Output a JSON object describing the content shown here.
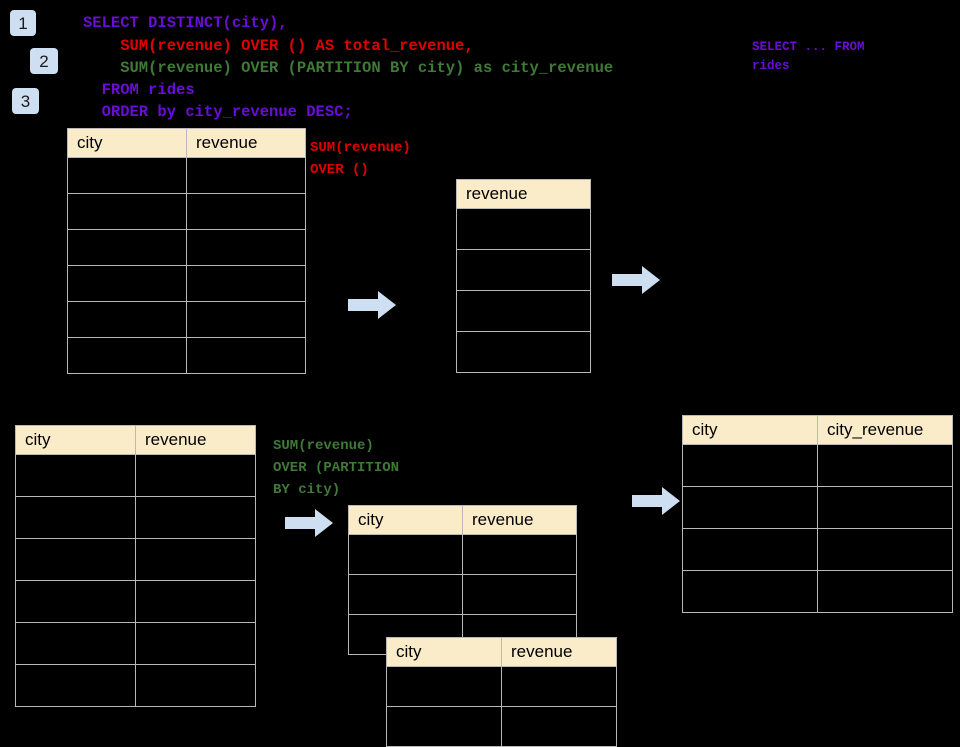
{
  "background": "#000000",
  "colors": {
    "header_fill": "#fbecc9",
    "cell_border": "#b8b8b8",
    "badge_fill": "#cfdff2",
    "arrow_fill": "#cfdff2",
    "sql_purple": "#6a0dd6",
    "sql_red": "#e00000",
    "sql_green": "#3f7a37"
  },
  "badges": [
    {
      "label": "1"
    },
    {
      "label": "2"
    },
    {
      "label": "3"
    }
  ],
  "sql": {
    "line1": "SELECT DISTINCT(city),",
    "line2": "    SUM(revenue) OVER () AS total_revenue,",
    "line3": "    SUM(revenue) OVER (PARTITION BY city) as city_revenue",
    "line4": "  FROM rides",
    "line5": "  ORDER by city_revenue DESC;"
  },
  "side_note": {
    "line1": "SELECT ... FROM",
    "line2": "rides"
  },
  "annotations": {
    "total_revenue": {
      "line1": "SUM(revenue)",
      "line2": "OVER ()"
    },
    "city_revenue": {
      "line1": "SUM(revenue)",
      "line2": "OVER (PARTITION",
      "line3": "BY city)"
    }
  },
  "tables": {
    "source_top": {
      "headers": [
        "city",
        "revenue"
      ],
      "row_count": 6
    },
    "total_revenue": {
      "headers": [
        "revenue"
      ],
      "row_count": 4
    },
    "source_bottom": {
      "headers": [
        "city",
        "revenue"
      ],
      "row_count": 6
    },
    "partition_a": {
      "headers": [
        "city",
        "revenue"
      ],
      "row_count": 3
    },
    "partition_b": {
      "headers": [
        "city",
        "revenue"
      ],
      "row_count": 2
    },
    "result": {
      "headers": [
        "city",
        "city_revenue"
      ],
      "row_count": 4
    }
  },
  "arrows": [
    {
      "name": "arrow-source-to-total"
    },
    {
      "name": "arrow-total-to-result"
    },
    {
      "name": "arrow-source-to-partition"
    },
    {
      "name": "arrow-partition-to-result"
    }
  ]
}
